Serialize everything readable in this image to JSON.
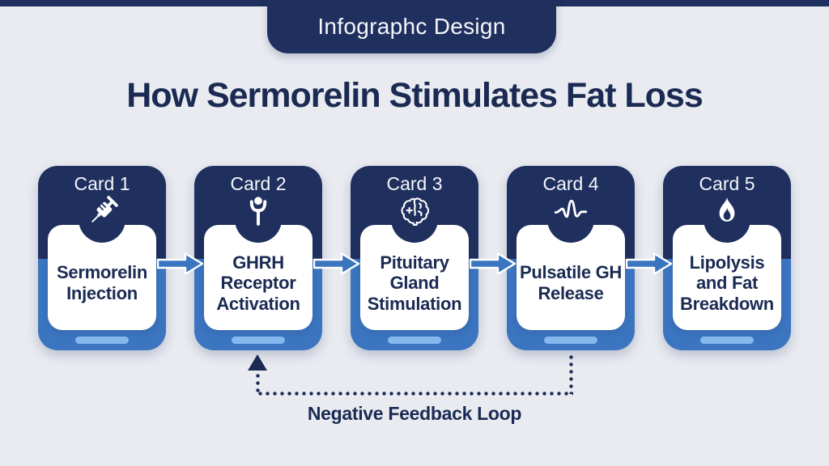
{
  "banner": {
    "title": "Infographc Design"
  },
  "page_title": "How Sermorelin Stimulates Fat Loss",
  "colors": {
    "navy": "#20305e",
    "blue": "#3b74bf",
    "light_blue": "#85b9ee",
    "background": "#e9ebf1",
    "text_navy": "#1a2a52",
    "white": "#ffffff"
  },
  "cards": [
    {
      "label": "Card 1",
      "icon": "syringe-icon",
      "title": "Sermorelin Injection"
    },
    {
      "label": "Card 2",
      "icon": "person-arms-up-icon",
      "title": "GHRH Receptor Activation"
    },
    {
      "label": "Card 3",
      "icon": "brain-icon",
      "title": "Pituitary Gland Stimulation"
    },
    {
      "label": "Card 4",
      "icon": "pulse-wave-icon",
      "title": "Pulsatile GH Release"
    },
    {
      "label": "Card 5",
      "icon": "flame-icon",
      "title": "Lipolysis and Fat Breakdown"
    }
  ],
  "flow": {
    "arrow_count": 4,
    "arrow_direction": "right"
  },
  "feedback_loop": {
    "label": "Negative Feedback Loop",
    "from": "Card 4",
    "to": "Card 2",
    "style": "dotted"
  }
}
